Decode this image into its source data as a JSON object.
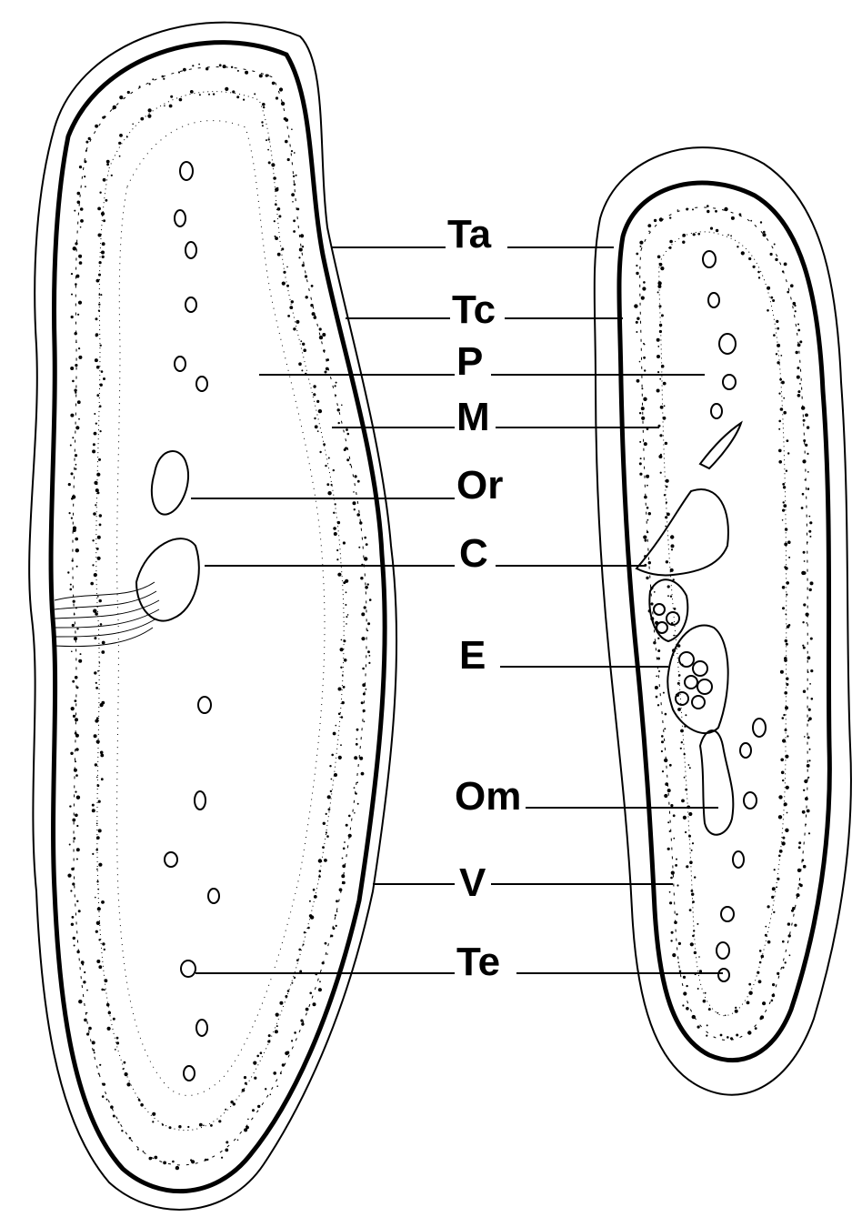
{
  "figure": {
    "description_labels": [
      {
        "id": "ta",
        "text": "Ta"
      },
      {
        "id": "tc",
        "text": "Tc"
      },
      {
        "id": "p",
        "text": "P"
      },
      {
        "id": "m",
        "text": "M"
      },
      {
        "id": "or",
        "text": "Or"
      },
      {
        "id": "c",
        "text": "C"
      },
      {
        "id": "e",
        "text": "E"
      },
      {
        "id": "om",
        "text": "Om"
      },
      {
        "id": "v",
        "text": "V"
      },
      {
        "id": "te",
        "text": "Te"
      }
    ],
    "colors": {
      "ink": "#000000",
      "paper": "#ffffff"
    }
  }
}
